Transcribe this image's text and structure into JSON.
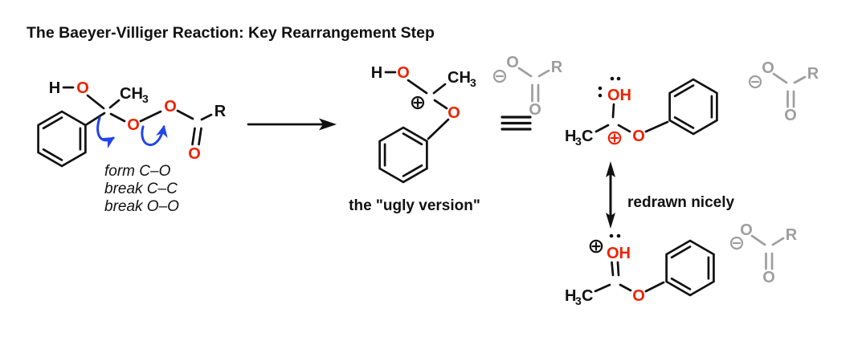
{
  "title": "The Baeyer-Villiger Reaction: Key Rearrangement Step",
  "colors": {
    "black": "#111111",
    "red": "#ee2200",
    "blue": "#2244ee",
    "gray": "#9e9e9e",
    "background": "#ffffff"
  },
  "atoms": {
    "h": "H",
    "o": "O",
    "oh": "OH",
    "r": "R",
    "c": "C",
    "ch": "CH",
    "sub_three": "3"
  },
  "reactant": {
    "mech_line_1": "form C–O",
    "mech_line_2": "break C–C",
    "mech_line_3": "break O–O"
  },
  "ugly_version": {
    "caption": "the \"ugly version\""
  },
  "resonance": {
    "caption": "redrawn nicely"
  },
  "icons": {
    "plus_charge": "circled-plus",
    "minus_charge": "circled-minus",
    "curved_arrow": "electron-pushing-arrow",
    "reaction_arrow": "right-arrow",
    "resonance_arrow": "double-headed-vertical-arrow",
    "equivalence_sign": "triple-bar"
  }
}
